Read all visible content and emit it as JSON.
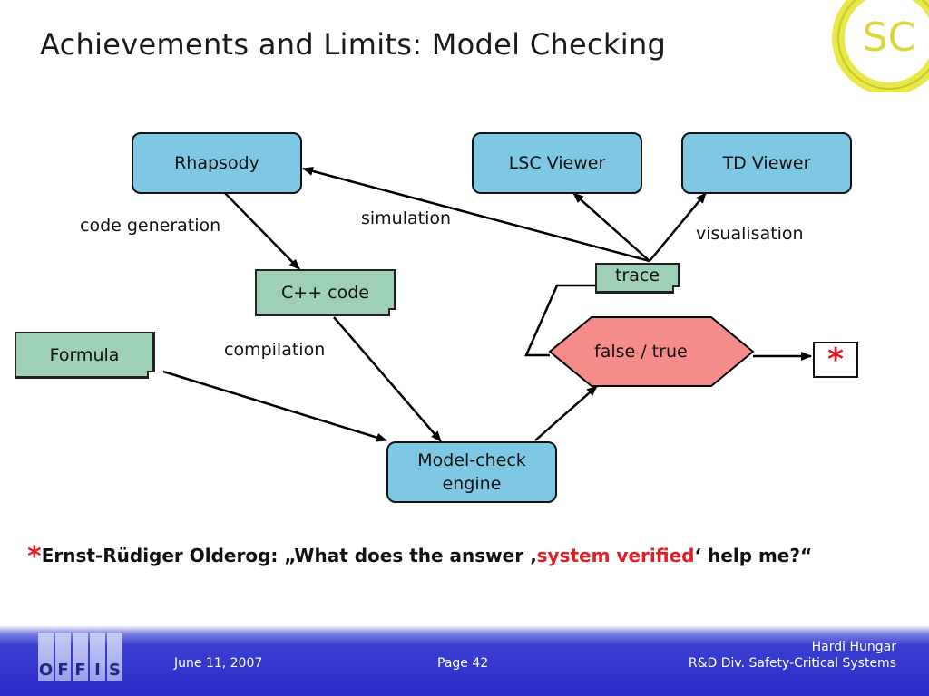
{
  "slide": {
    "title": "Achievements and Limits: Model Checking"
  },
  "logo": {
    "text": "SC"
  },
  "diagram": {
    "nodes": {
      "rhapsody": "Rhapsody",
      "lsc_viewer": "LSC Viewer",
      "td_viewer": "TD Viewer",
      "cpp_code": "C++ code",
      "trace": "trace",
      "formula": "Formula",
      "result": "false / true",
      "model_check_line1": "Model-check",
      "model_check_line2": "engine",
      "star_box": "*"
    },
    "edge_labels": {
      "code_generation": "code generation",
      "simulation": "simulation",
      "visualisation": "visualisation",
      "compilation": "compilation"
    }
  },
  "quote": {
    "star": "*",
    "prefix": "Ernst-Rüdiger Olderog: „What does the answer ‚",
    "highlight": "system verified",
    "suffix": "‘ help me?“"
  },
  "footer": {
    "date": "June 11, 2007",
    "page": "Page 42",
    "author": "Hardi Hungar",
    "division": "R&D Div. Safety-Critical Systems",
    "logo_letters": [
      "O",
      "F",
      "F",
      "I",
      "S"
    ]
  },
  "colors": {
    "box_fill": "#7fc8e4",
    "note_fill": "#9ed0b6",
    "hexagon_fill": "#f58c8a",
    "highlight": "#e31e24",
    "footer_blue": "#2a2cc8"
  }
}
